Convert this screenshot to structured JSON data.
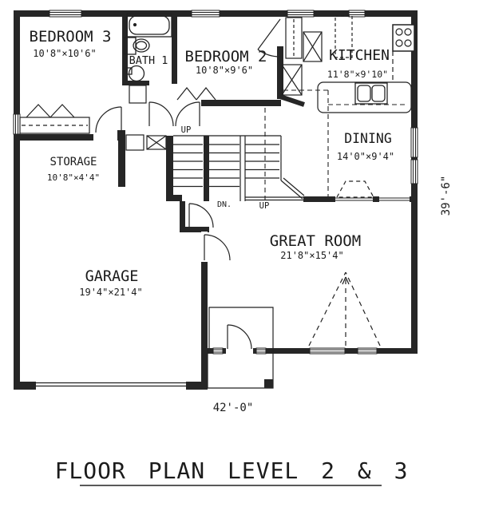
{
  "title": "FLOOR PLAN LEVEL 2 & 3",
  "rooms": {
    "bedroom3": {
      "name": "BEDROOM 3",
      "dims": "10'8\"×10'6\""
    },
    "bath1": {
      "name": "BATH 1"
    },
    "bedroom2": {
      "name": "BEDROOM 2",
      "dims": "10'8\"×9'6\""
    },
    "kitchen": {
      "name": "KITCHEN",
      "dims": "11'8\"×9'10\""
    },
    "dining": {
      "name": "DINING",
      "dims": "14'0\"×9'4\""
    },
    "storage": {
      "name": "STORAGE",
      "dims": "10'8\"×4'4\""
    },
    "great_room": {
      "name": "GREAT ROOM",
      "dims": "21'8\"×15'4\""
    },
    "garage": {
      "name": "GARAGE",
      "dims": "19'4\"×21'4\""
    }
  },
  "stairs": {
    "up_top": "UP",
    "down": "DN.",
    "up_right": "UP"
  },
  "dimensions": {
    "overall_width": "42'-0\"",
    "overall_height": "39'-6\""
  },
  "colors": {
    "ink": "#262626",
    "paper": "#ffffff"
  }
}
